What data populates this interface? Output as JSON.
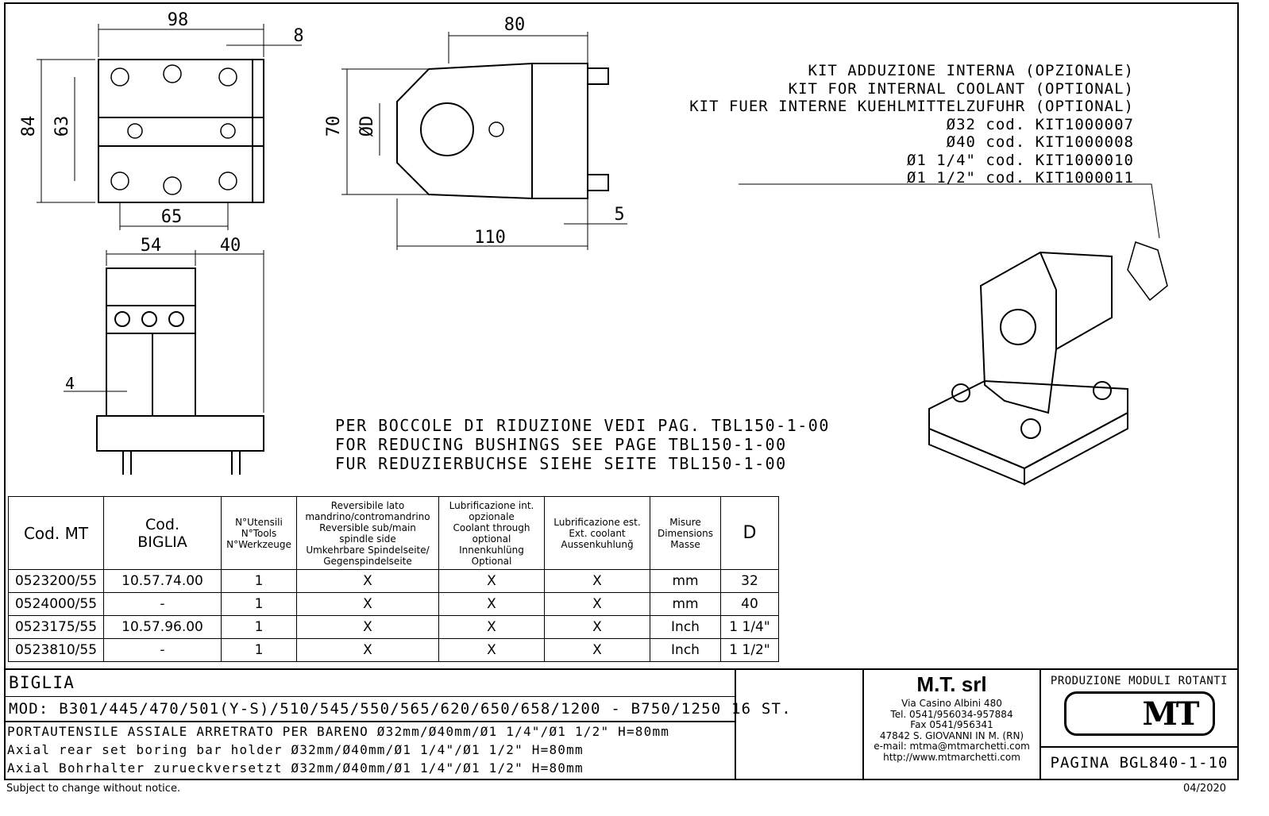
{
  "drawing": {
    "dimensions": {
      "top_width": "98",
      "top_offset": "8",
      "top_height": "84",
      "top_inner_height": "63",
      "top_hole_spacing": "65",
      "front_width": "80",
      "front_height": "70",
      "front_bore": "ØD",
      "front_length": "110",
      "front_offset": "5",
      "side_width": "54",
      "side_offset": "40",
      "side_gap": "4"
    }
  },
  "kit": {
    "lines": [
      "KIT ADDUZIONE INTERNA (OPZIONALE)",
      "KIT FOR INTERNAL COOLANT (OPTIONAL)",
      "KIT FUER INTERNE KUEHLMITTELZUFUHR (OPTIONAL)"
    ],
    "codes": [
      "Ø32  cod. KIT1000007",
      "Ø40  cod. KIT1000008",
      "Ø1 1/4\"  cod. KIT1000010",
      "Ø1 1/2\"  cod. KIT1000011"
    ]
  },
  "notes": [
    "PER BOCCOLE DI RIDUZIONE VEDI PAG. TBL150-1-00",
    "FOR REDUCING BUSHINGS SEE PAGE TBL150-1-00",
    "FUR REDUZIERBUCHSE SIEHE SEITE TBL150-1-00"
  ],
  "table": {
    "headers": [
      "Cod. MT",
      "Cod.\nBIGLIA",
      "N°Utensili\nN°Tools\nN°Werkzeuge",
      "Reversibile lato\nmandrino/contromandrino\nReversible sub/main\nspindle side\nUmkehrbare Spindelseite/\nGegenspindelseite",
      "Lubrificazione int.\nopzionale\nCoolant through\noptional\nInnenkuhlüng\nOptional",
      "Lubrificazione est.\nExt. coolant\nAussenkuhlunğ",
      "Misure\nDimensions\nMasse",
      "D"
    ],
    "rows": [
      [
        "0523200/55",
        "10.57.74.00",
        "1",
        "X",
        "X",
        "X",
        "mm",
        "32"
      ],
      [
        "0524000/55",
        "-",
        "1",
        "X",
        "X",
        "X",
        "mm",
        "40"
      ],
      [
        "0523175/55",
        "10.57.96.00",
        "1",
        "X",
        "X",
        "X",
        "Inch",
        "1 1/4\""
      ],
      [
        "0523810/55",
        "-",
        "1",
        "X",
        "X",
        "X",
        "Inch",
        "1 1/2\""
      ]
    ]
  },
  "title_block": {
    "brand": "BIGLIA",
    "models": "MOD: B301/445/470/501(Y-S)/510/545/550/565/620/650/658/1200 - B750/1250 16 ST.",
    "desc_it": "PORTAUTENSILE ASSIALE ARRETRATO PER BARENO Ø32mm/Ø40mm/Ø1 1/4\"/Ø1 1/2\" H=80mm",
    "desc_en": "Axial rear set boring bar holder Ø32mm/Ø40mm/Ø1 1/4\"/Ø1 1/2\" H=80mm",
    "desc_de": "Axial Bohrhalter zurueckversetzt Ø32mm/Ø40mm/Ø1 1/4\"/Ø1 1/2\" H=80mm",
    "company": "M.T. srl",
    "address": [
      "Via Casino Albini 480",
      "Tel. 0541/956034-957884",
      "Fax 0541/956341",
      "47842 S. GIOVANNI IN M. (RN)",
      "e-mail: mtma@mtmarchetti.com",
      "http://www.mtmarchetti.com"
    ],
    "production": "PRODUZIONE MODULI ROTANTI",
    "logo": "MT",
    "page": "PAGINA BGL840-1-10"
  },
  "footer": {
    "disclaimer": "Subject to change without notice.",
    "date": "04/2020"
  }
}
